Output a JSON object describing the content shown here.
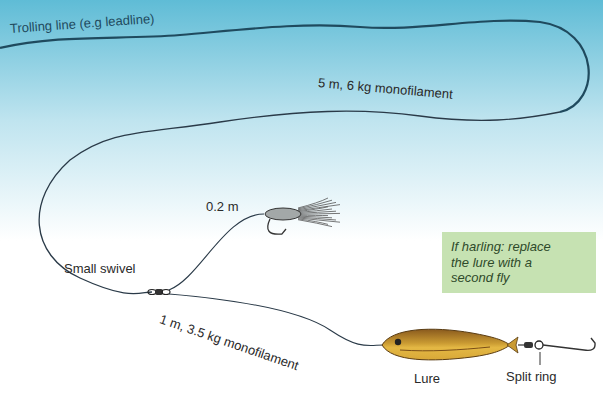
{
  "diagram": {
    "nodes": [
      {
        "text": [
          "If harling: replace the lure with a second fly"
        ]
      }
    ],
    "labels": [
      "Trolling line (e.g leadline)",
      "5 m, 6 kg monofilament",
      "0.2 m",
      "Small swivel",
      "1 m, 3.5 kg monofilament",
      "Lure",
      "Split ring"
    ]
  }
}
